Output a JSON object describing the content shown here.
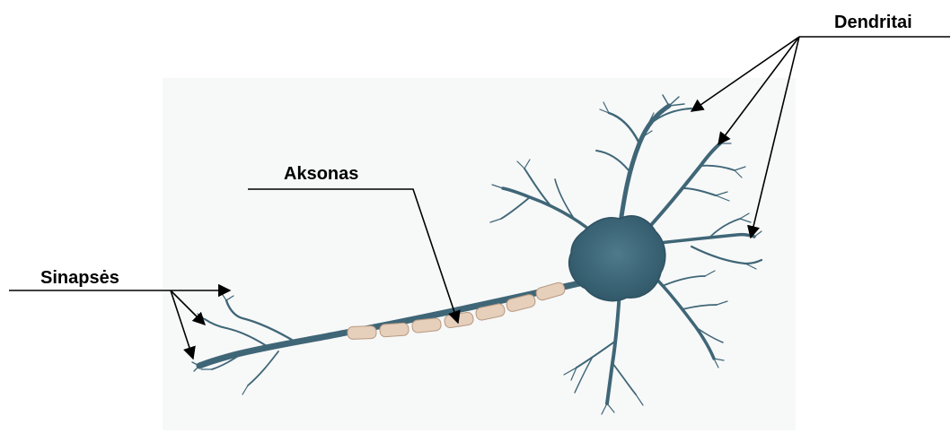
{
  "labels": {
    "dendrites": "Dendritai",
    "axon": "Aksonas",
    "synapses": "Sinapsės"
  },
  "colors": {
    "neuron_body": "#3f6677",
    "neuron_dark": "#2e5263",
    "myelin": "#e6cfbb",
    "myelin_edge": "#b89a82",
    "pointer": "#000000",
    "panel": "#f7f8f8"
  }
}
